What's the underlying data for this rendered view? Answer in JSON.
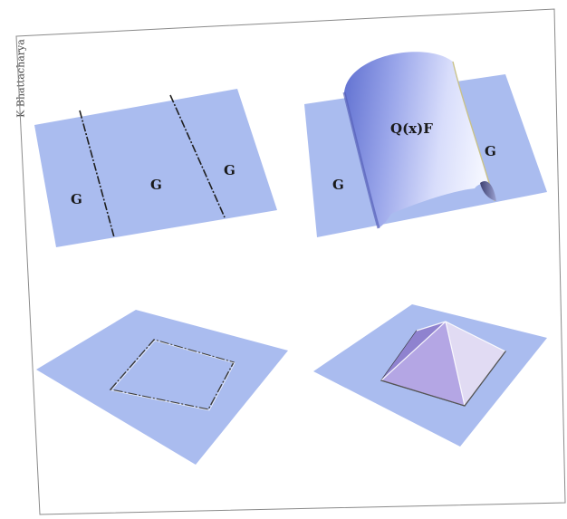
{
  "running_head": "K Bhattacharya",
  "panels": {
    "top_left": {
      "labels": [
        "G",
        "G",
        "G"
      ]
    },
    "top_right": {
      "labels": [
        "Q(x)F",
        "G",
        "G"
      ]
    },
    "bottom_left": {},
    "bottom_right": {}
  },
  "colors": {
    "plane": "#aabcef",
    "plane_edge": "#9fb2e6",
    "tube_dark": "#6f7fd9",
    "tube_light": "#e7ebff",
    "pyramid_left": "#b4a6e4",
    "pyramid_right": "#ddd6f2",
    "pyramid_front": "#c7bce9",
    "ink": "#1a1a1a"
  }
}
